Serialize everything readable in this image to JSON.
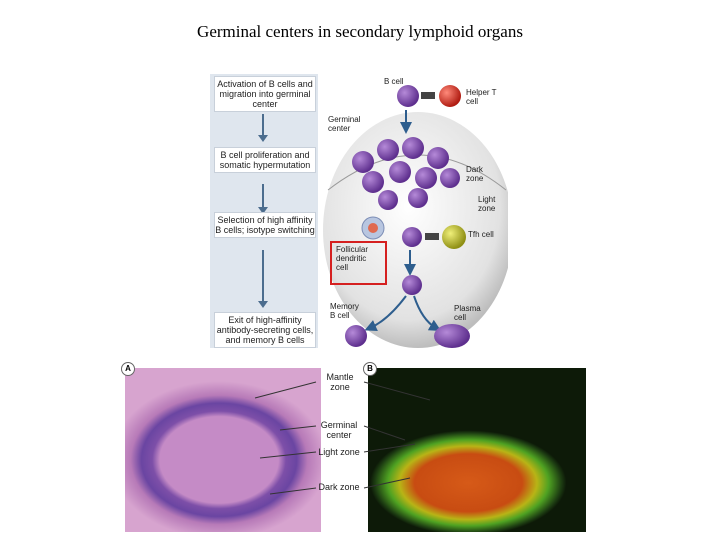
{
  "title": "Germinal centers in secondary lymphoid organs",
  "flow_steps": [
    "Activation of B cells and migration into germinal center",
    "B cell proliferation and somatic hypermutation",
    "Selection of high affinity B cells; isotype switching",
    "Exit of high-affinity antibody-secreting cells, and memory B cells"
  ],
  "diagram_labels": {
    "b_cell": "B cell",
    "helper_t": "Helper T cell",
    "germinal_center": "Germinal center",
    "dark_zone": "Dark zone",
    "light_zone": "Light zone",
    "tfh": "Tfh cell",
    "fdc": "Follicular dendritic cell",
    "memory_b": "Memory B cell",
    "plasma": "Plasma cell"
  },
  "panel_tags": {
    "a": "A",
    "b": "B"
  },
  "panel_labels": {
    "mantle": "Mantle zone",
    "germinal": "Germinal center",
    "light": "Light zone",
    "dark": "Dark zone"
  },
  "colors": {
    "b_cell": "#7b4aa8",
    "helper_t": "#d33a2c",
    "tfh": "#b9b930",
    "highlight": "#d52020",
    "flow_arrow": "#4c6d8e"
  }
}
